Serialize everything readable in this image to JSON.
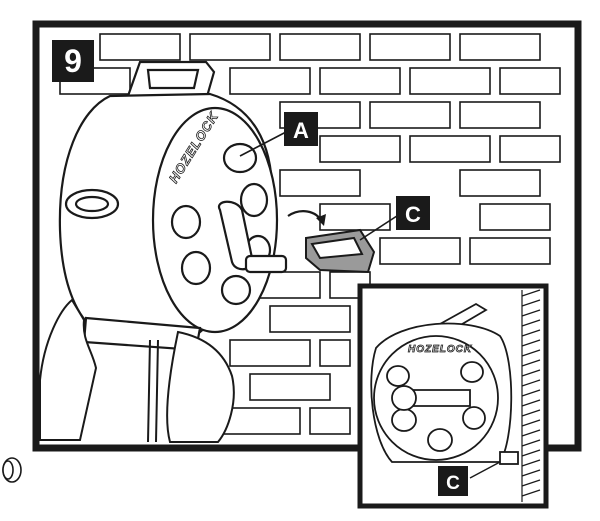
{
  "step": {
    "number": "9"
  },
  "callouts": {
    "a": "A",
    "c_main": "C",
    "c_inset": "C"
  },
  "brand": {
    "main": "HOZELOCK",
    "inset": "HOZELOCK"
  },
  "colors": {
    "ink": "#1a1a1a",
    "paper": "#ffffff",
    "brick_line": "#1a1a1a",
    "label_bg": "#1a1a1a",
    "label_text": "#ffffff"
  }
}
